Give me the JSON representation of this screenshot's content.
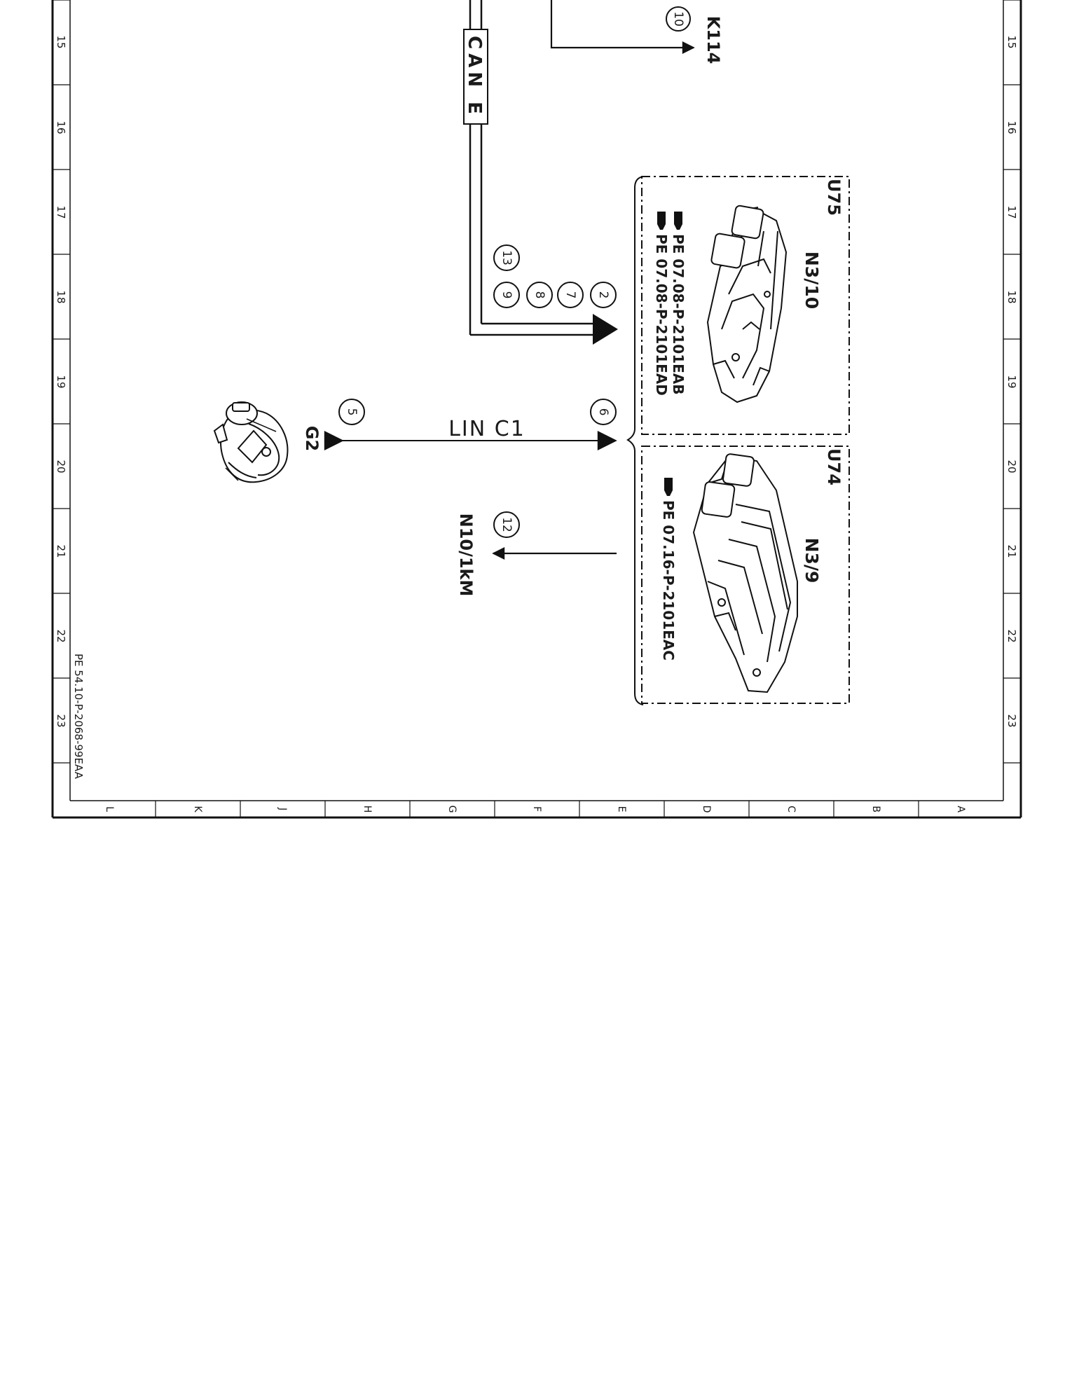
{
  "row_numbers": [
    "15",
    "16",
    "17",
    "18",
    "19",
    "20",
    "21",
    "22",
    "23"
  ],
  "column_letters": [
    "L",
    "K",
    "J",
    "H",
    "G",
    "F",
    "E",
    "D",
    "C",
    "B",
    "A"
  ],
  "drawing_number": "PE 54.10-P-2068-99EAA",
  "bus_labels": {
    "can": "CAN E",
    "lin": "LIN C1"
  },
  "refs": {
    "k114": "K114",
    "n10": "N10/1kM",
    "g2": "G2",
    "n3_10": "N3/10",
    "n3_9": "N3/9",
    "u75": "U75",
    "u74": "U74"
  },
  "circle_numbers": {
    "c10": "10",
    "c13": "13",
    "c9": "9",
    "c8": "8",
    "c7": "7",
    "c2": "2",
    "c5": "5",
    "c6": "6",
    "c12": "12"
  },
  "doc_refs": {
    "eab": "PE 07.08-P-2101EAB",
    "ead": "PE 07.08-P-2101EAD",
    "eac": "PE 07.16-P-2101EAC"
  },
  "icons": [
    "document-hand-icon",
    "control-unit-icon",
    "alternator-icon"
  ]
}
